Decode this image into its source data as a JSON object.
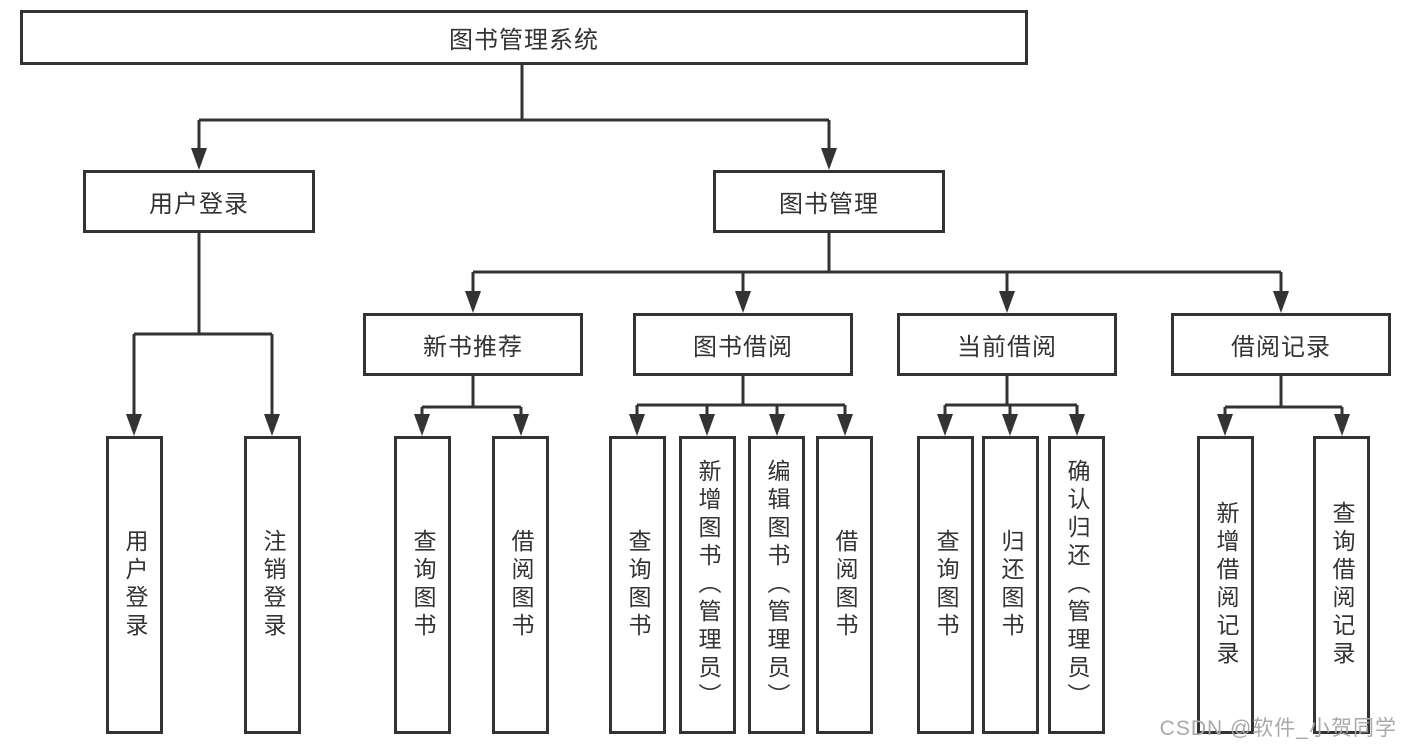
{
  "colors": {
    "line": "#333333",
    "text": "#333333",
    "background": "#ffffff",
    "watermark": "#a9a9a9"
  },
  "watermark": "CSDN @软件_小贺同学",
  "tree": {
    "root": {
      "label": "图书管理系统",
      "children": [
        {
          "label": "用户登录",
          "children": [
            {
              "label": "用户登录"
            },
            {
              "label": "注销登录"
            }
          ]
        },
        {
          "label": "图书管理",
          "children": [
            {
              "label": "新书推荐",
              "children": [
                {
                  "label": "查询图书"
                },
                {
                  "label": "借阅图书"
                }
              ]
            },
            {
              "label": "图书借阅",
              "children": [
                {
                  "label": "查询图书"
                },
                {
                  "label": "新增图书（管理员）"
                },
                {
                  "label": "编辑图书（管理员）"
                },
                {
                  "label": "借阅图书"
                }
              ]
            },
            {
              "label": "当前借阅",
              "children": [
                {
                  "label": "查询图书"
                },
                {
                  "label": "归还图书"
                },
                {
                  "label": "确认归还（管理员）"
                }
              ]
            },
            {
              "label": "借阅记录",
              "children": [
                {
                  "label": "新增借阅记录"
                },
                {
                  "label": "查询借阅记录"
                }
              ]
            }
          ]
        }
      ]
    }
  }
}
